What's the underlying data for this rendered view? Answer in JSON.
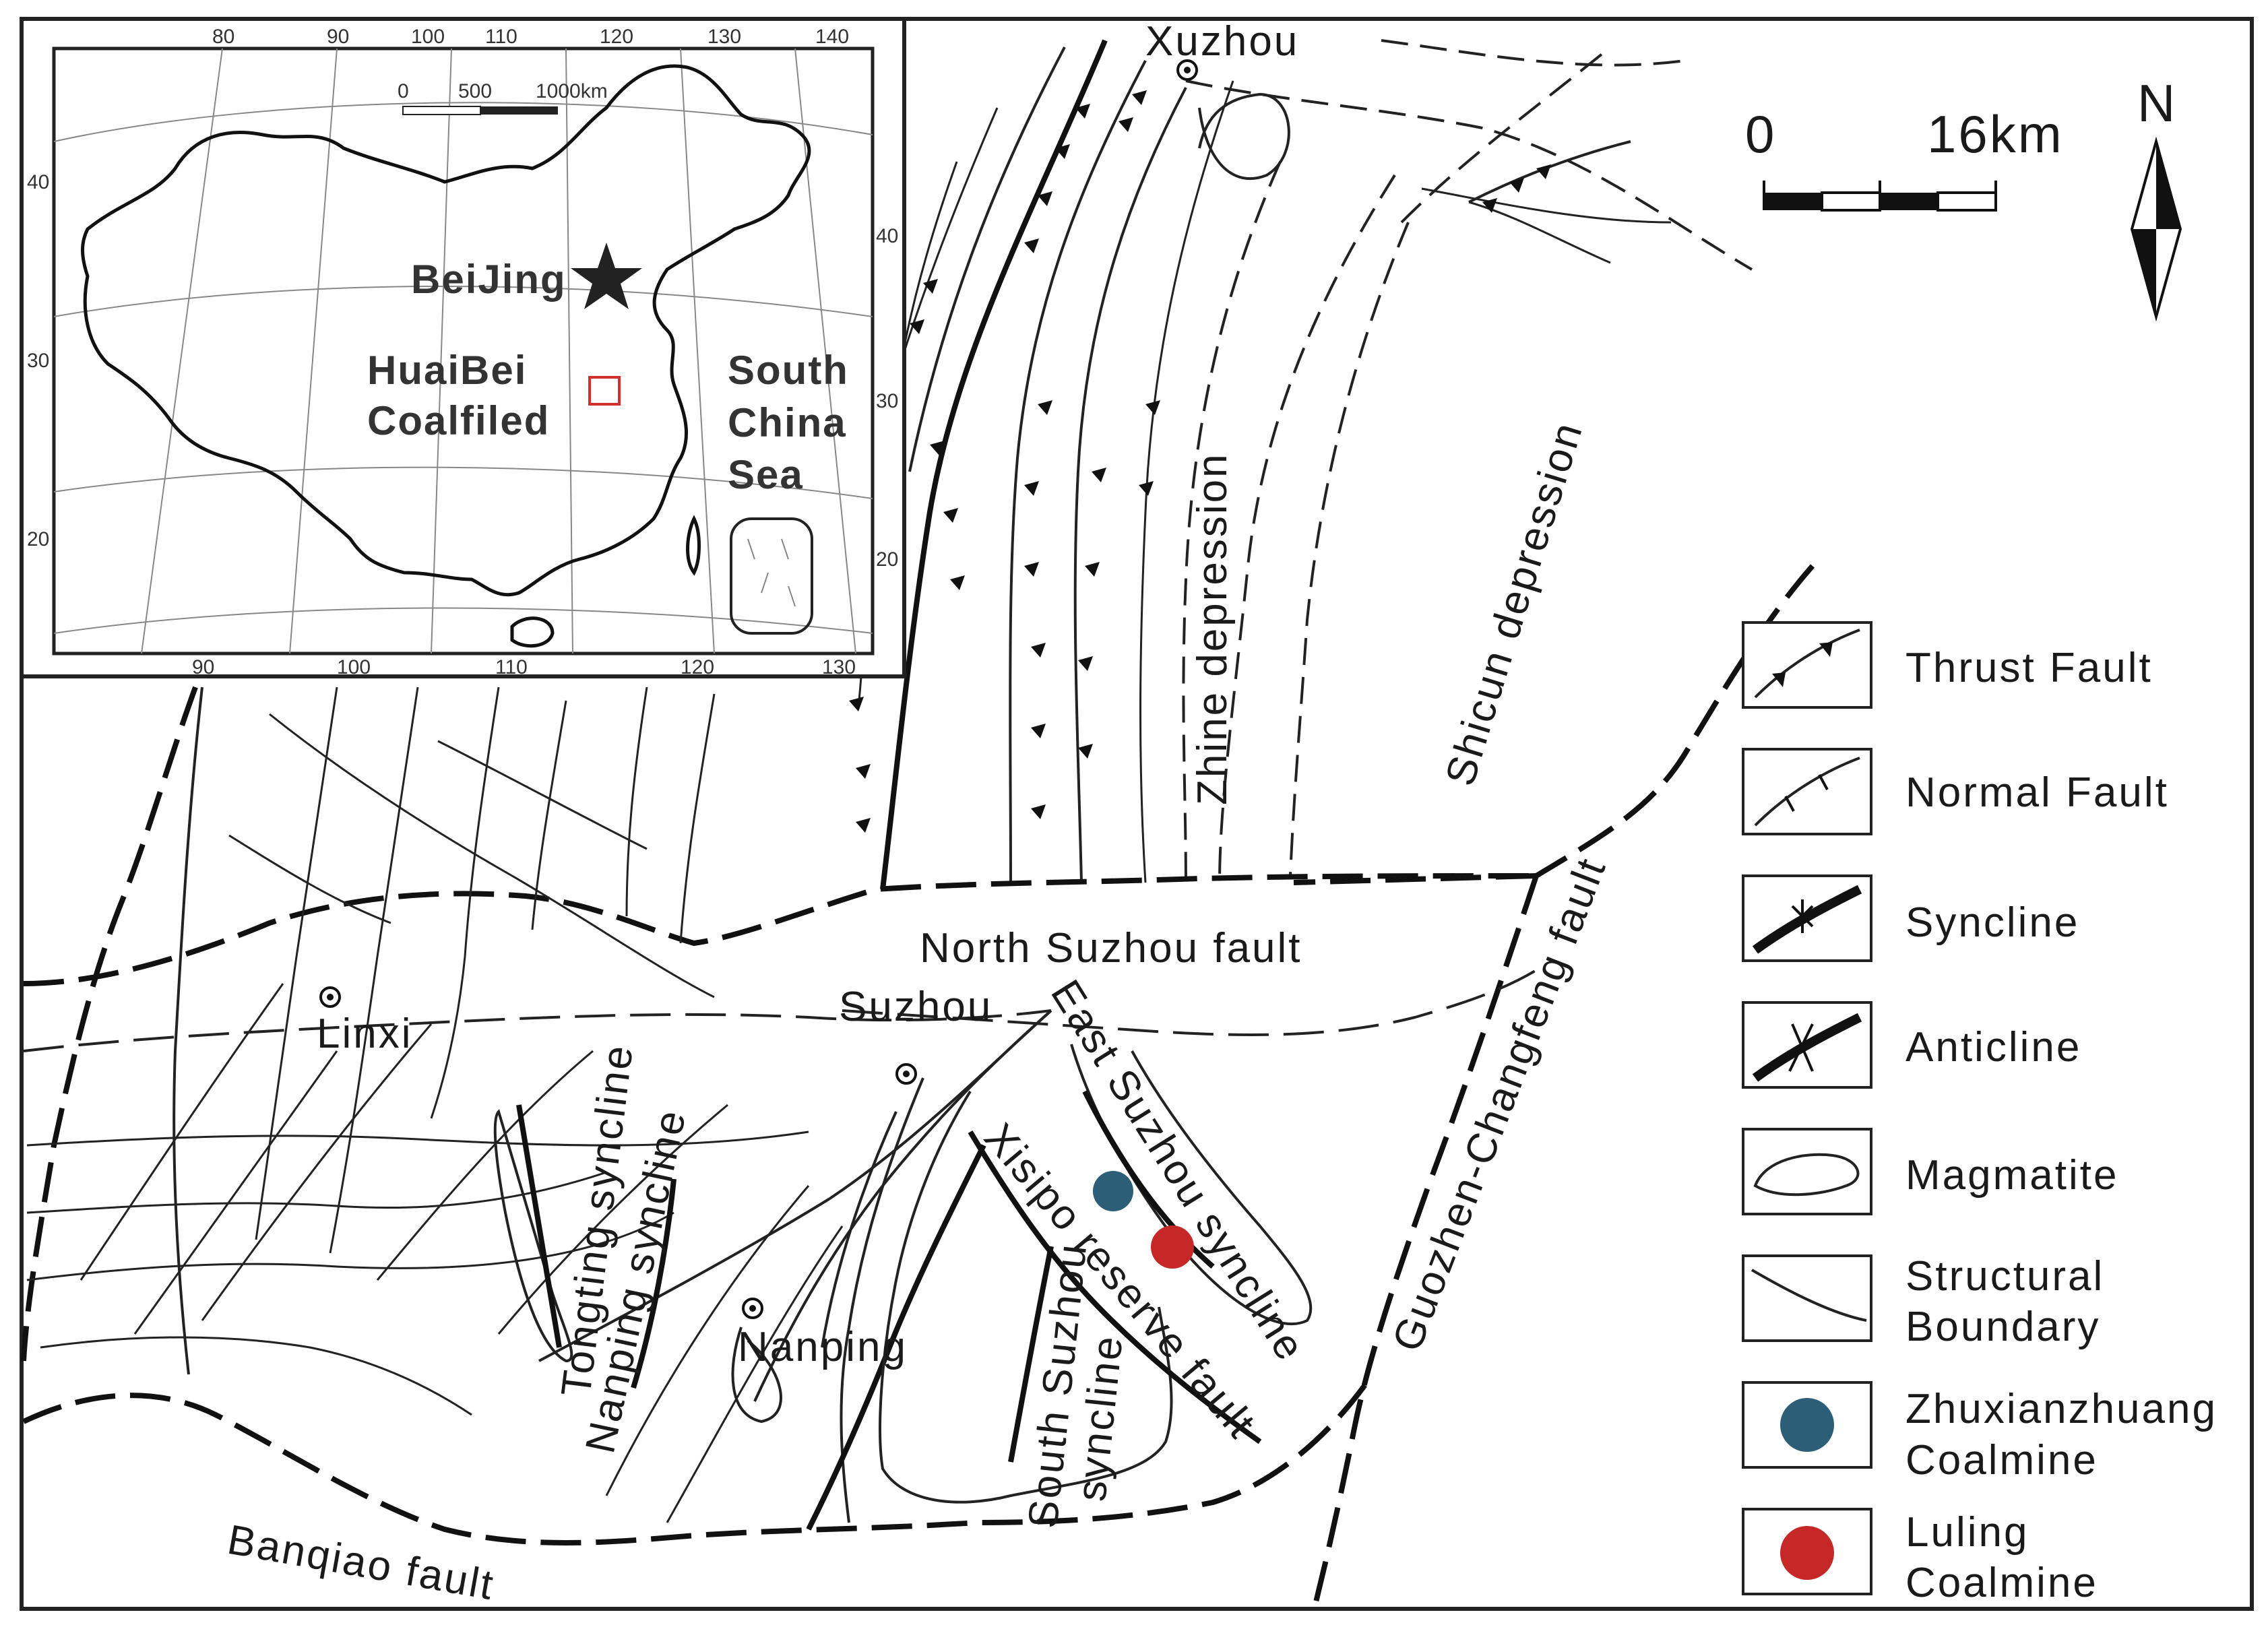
{
  "main_map": {
    "cities": {
      "xuzhou": "Xuzhou",
      "linxi": "Linxi",
      "suzhou": "Suzhou",
      "nanping": "Nanping"
    },
    "structures": {
      "zhine_depression": "Zhine depression",
      "shicun_depression": "Shicun depression",
      "north_suzhou_fault": "North Suzhou fault",
      "east_suzhou_syncline": "East Suzhou syncline",
      "guozhen_changfeng_fault": "Guozhen-Changfeng fault",
      "tongting_syncline": "Tongting syncline",
      "nanping_syncline": "Nanping syncline",
      "xisipo_reserve_fault": "Xisipo reserve fault",
      "south_suzhou_syncline_line1": "South Suzhou",
      "south_suzhou_syncline_line2": "syncline",
      "banqiao_fault": "Banqiao fault"
    },
    "scale_bar": {
      "start": "0",
      "end": "16km"
    },
    "north_arrow": "N",
    "coalmines": [
      {
        "name": "Zhuxianzhuang Coalmine",
        "color": "#2c5f77"
      },
      {
        "name": "Luling Coalmine",
        "color": "#c62828"
      }
    ]
  },
  "inset": {
    "beijing": "BeiJing",
    "coalfield_line1": "HuaiBei",
    "coalfield_line2": "Coalfiled",
    "sea_line1": "South",
    "sea_line2": "China",
    "sea_line3": "Sea",
    "scale": {
      "zero": "0",
      "mid": "500",
      "end": "1000km"
    },
    "top_ticks": [
      "80",
      "90",
      "100",
      "110",
      "120",
      "130",
      "140"
    ],
    "bottom_ticks": [
      "90",
      "100",
      "110",
      "120",
      "130"
    ],
    "left_ticks": [
      "40",
      "30",
      "20"
    ],
    "right_ticks": [
      "40",
      "30",
      "20"
    ],
    "marker_color": "#d32f2f"
  },
  "legend": {
    "items": [
      {
        "label_line1": "Thrust Fault",
        "label_line2": ""
      },
      {
        "label_line1": "Normal Fault",
        "label_line2": ""
      },
      {
        "label_line1": "Syncline",
        "label_line2": ""
      },
      {
        "label_line1": "Anticline",
        "label_line2": ""
      },
      {
        "label_line1": "Magmatite",
        "label_line2": ""
      },
      {
        "label_line1": "Structural",
        "label_line2": "Boundary"
      },
      {
        "label_line1": "Zhuxianzhuang",
        "label_line2": "Coalmine"
      },
      {
        "label_line1": "Luling",
        "label_line2": "Coalmine"
      }
    ]
  }
}
